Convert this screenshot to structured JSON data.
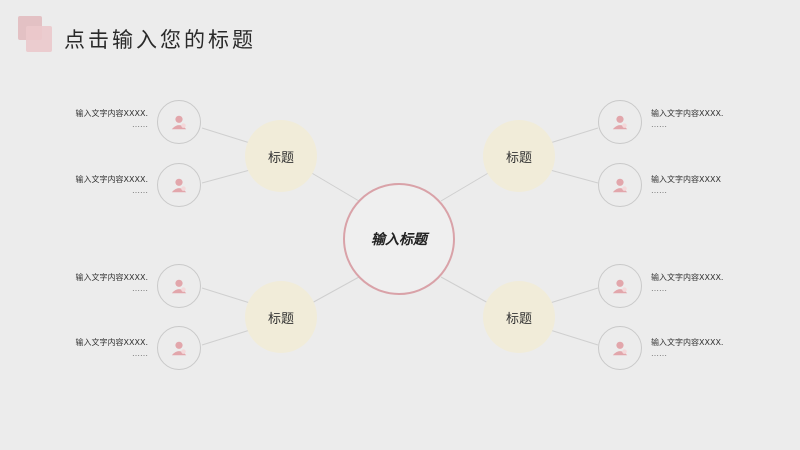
{
  "page": {
    "title": "点击输入您的标题"
  },
  "diagram": {
    "center": "输入标题",
    "branches": [
      {
        "label": "标题",
        "items": [
          {
            "text": "输入文字内容XXXX.",
            "sub": "……"
          },
          {
            "text": "输入文字内容XXXX.",
            "sub": "……"
          }
        ]
      },
      {
        "label": "标题",
        "items": [
          {
            "text": "输入文字内容XXXX.",
            "sub": "……"
          },
          {
            "text": "输入文字内容XXXX",
            "sub": "……"
          }
        ]
      },
      {
        "label": "标题",
        "items": [
          {
            "text": "输入文字内容XXXX.",
            "sub": "……"
          },
          {
            "text": "输入文字内容XXXX.",
            "sub": "……"
          }
        ]
      },
      {
        "label": "标题",
        "items": [
          {
            "text": "输入文字内容XXXX.",
            "sub": "……"
          },
          {
            "text": "输入文字内容XXXX.",
            "sub": "……"
          }
        ]
      }
    ]
  },
  "colors": {
    "accent": "#d9a2a8",
    "branch_fill": "#f1ecd9",
    "icon": "#e2a6ab",
    "line": "#cfcfcf"
  },
  "icons": {
    "leaf": "person-icon"
  }
}
